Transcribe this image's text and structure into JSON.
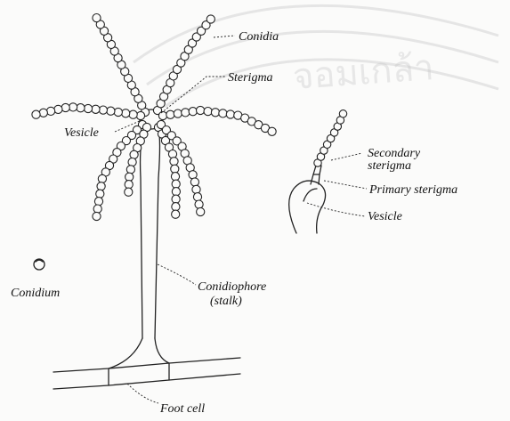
{
  "labels": {
    "conidia": "Conidia",
    "sterigma": "Sterigma",
    "vesicle_main": "Vesicle",
    "secondary_sterigma_line1": "Secondary",
    "secondary_sterigma_line2": "sterigma",
    "primary_sterigma": "Primary sterigma",
    "vesicle_detail": "Vesicle",
    "conidium": "Conidium",
    "conidiophore_line1": "Conidiophore",
    "conidiophore_line2": "(stalk)",
    "foot_cell": "Foot cell"
  },
  "watermark": {
    "text": "จอมเกล้า"
  },
  "colors": {
    "ink": "#222222",
    "background": "#fbfbfa",
    "watermark": "#c4c4c4"
  }
}
